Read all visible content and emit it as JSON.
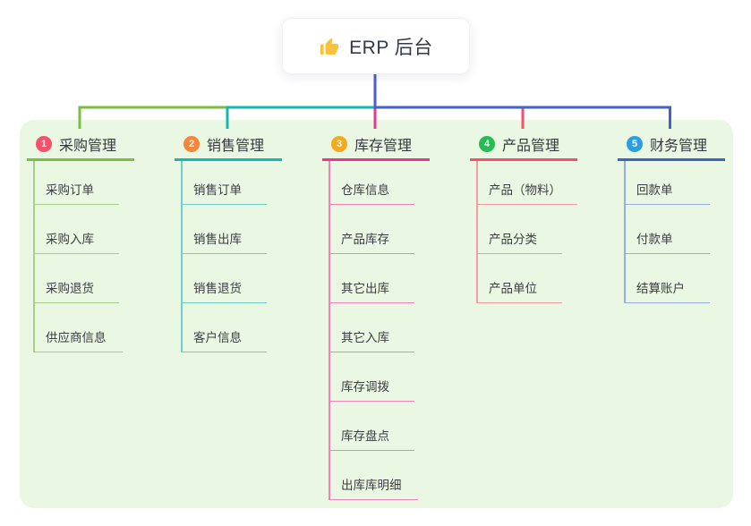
{
  "root": {
    "title": "ERP 后台",
    "icon": "thumbs-up-icon",
    "icon_color": "#f8c23c"
  },
  "colors": {
    "panel_bg": "#e9f7e3",
    "root_line": "#4e5cd3",
    "bus_right": "#3f63c8",
    "card_bg": "#ffffff",
    "text_dark": "#35393f"
  },
  "branches": [
    {
      "badge": "1",
      "title": "采购管理",
      "badge_color": "#f4516c",
      "line_color": "#7cbe3f",
      "child_line_color": "#a4d184",
      "children": [
        "采购订单",
        "采购入库",
        "采购退货",
        "供应商信息"
      ]
    },
    {
      "badge": "2",
      "title": "销售管理",
      "badge_color": "#f8853b",
      "line_color": "#14b8b0",
      "child_line_color": "#6dd0c9",
      "children": [
        "销售订单",
        "销售出库",
        "销售退货",
        "客户信息"
      ]
    },
    {
      "badge": "3",
      "title": "库存管理",
      "badge_color": "#f5a91d",
      "line_color": "#e23a8e",
      "child_line_color": "#f084ba",
      "children": [
        "仓库信息",
        "产品库存",
        "其它出库",
        "其它入库",
        "库存调拨",
        "库存盘点",
        "出库库明细"
      ]
    },
    {
      "badge": "4",
      "title": "产品管理",
      "badge_color": "#27bb55",
      "line_color": "#f4516c",
      "child_line_color": "#f49ba4",
      "children": [
        "产品（物料）",
        "产品分类",
        "产品单位"
      ]
    },
    {
      "badge": "5",
      "title": "财务管理",
      "badge_color": "#2d9fe0",
      "line_color": "#3f63c8",
      "child_line_color": "#97ade2",
      "children": [
        "回款单",
        "付款单",
        "结算账户"
      ]
    }
  ]
}
